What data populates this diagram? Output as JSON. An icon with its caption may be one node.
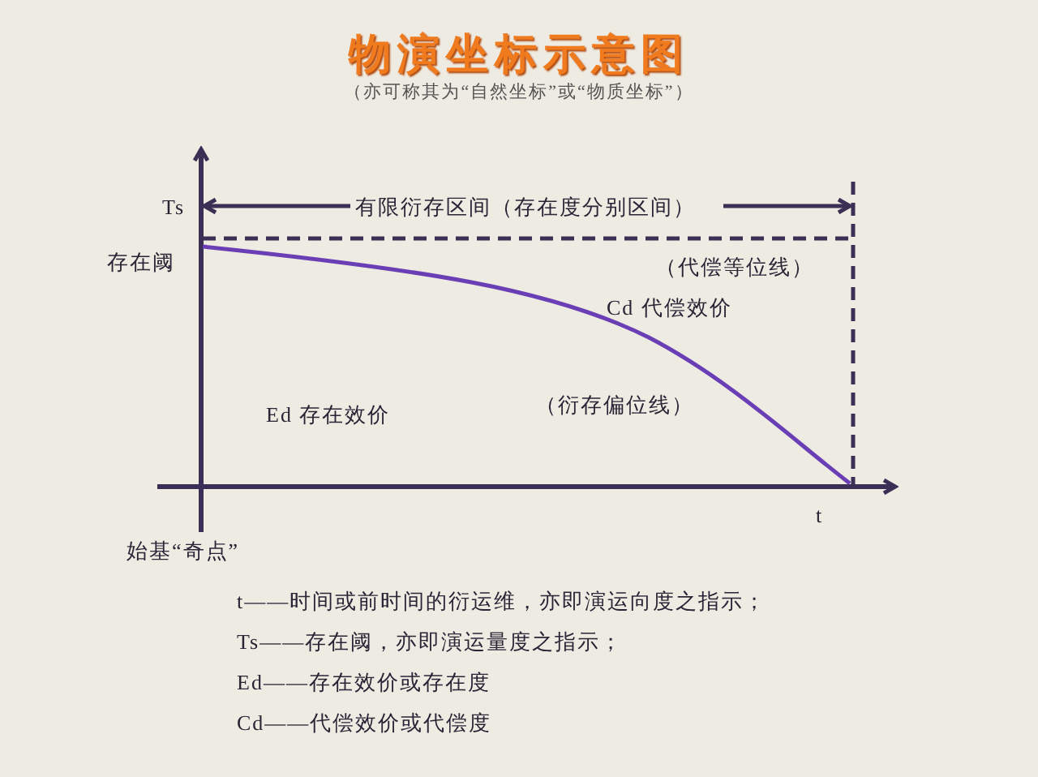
{
  "diagram": {
    "title": "物演坐标示意图",
    "labels": [
      "（亦可称其为“自然坐标”或“物质坐标”）",
      "Ts",
      "有限衍存区间（存在度分别区间）",
      "存在阈",
      "（代偿等位线）",
      "Cd 代偿效价",
      "Ed 存在效价",
      "（衍存偏位线）",
      "t",
      "始基“奇点”",
      "t——时间或前时间的衍运维，亦即演运向度之指示；",
      "Ts——存在阈，亦即演运量度之指示；",
      "Ed——存在效价或存在度",
      "Cd——代偿效价或代偿度"
    ]
  }
}
